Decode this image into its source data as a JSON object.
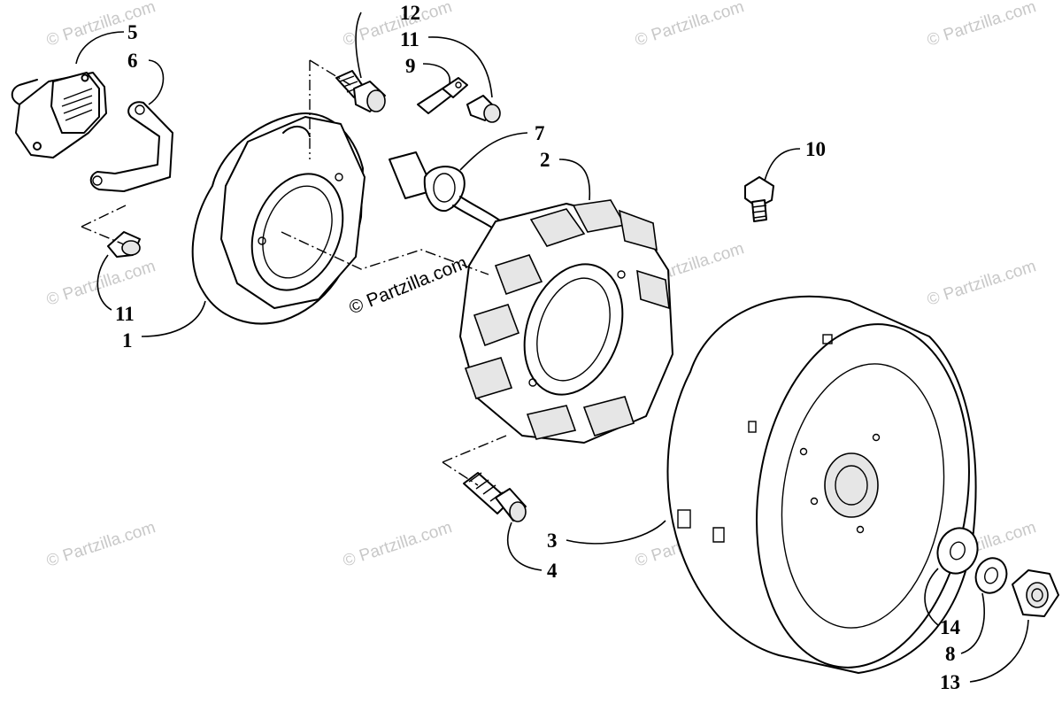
{
  "watermark": "© Partzilla.com",
  "callouts": {
    "n1": "1",
    "n2": "2",
    "n3": "3",
    "n4": "4",
    "n5": "5",
    "n6": "6",
    "n7": "7",
    "n8": "8",
    "n9": "9",
    "n10": "10",
    "n11a": "11",
    "n11b": "11",
    "n12": "12",
    "n13": "13",
    "n14": "14"
  }
}
